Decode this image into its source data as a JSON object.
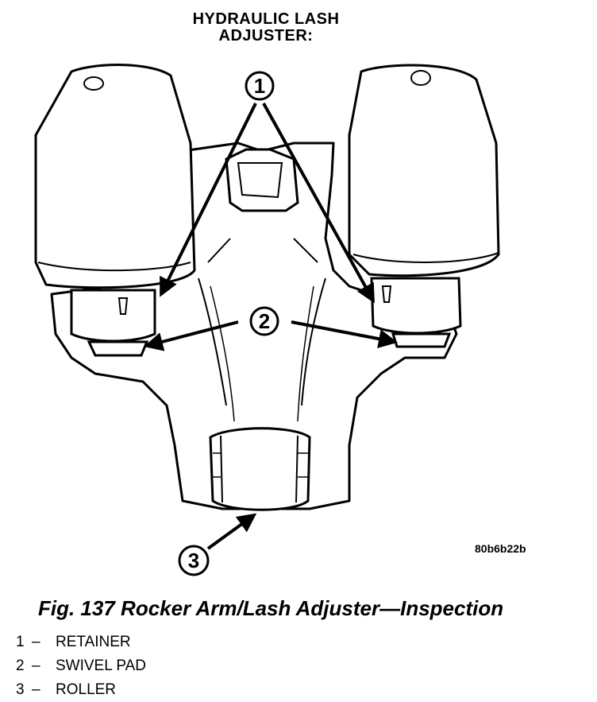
{
  "figure": {
    "heading_line1": "HYDRAULIC LASH",
    "heading_line2": "ADJUSTER:",
    "image_code": "80b6b22b",
    "caption": "Fig. 137 Rocker Arm/Lash Adjuster—Inspection"
  },
  "callouts": [
    {
      "number": "1",
      "name": "RETAINER"
    },
    {
      "number": "2",
      "name": "SWIVEL PAD"
    },
    {
      "number": "3",
      "name": "ROLLER"
    }
  ],
  "legend_separator": "–"
}
